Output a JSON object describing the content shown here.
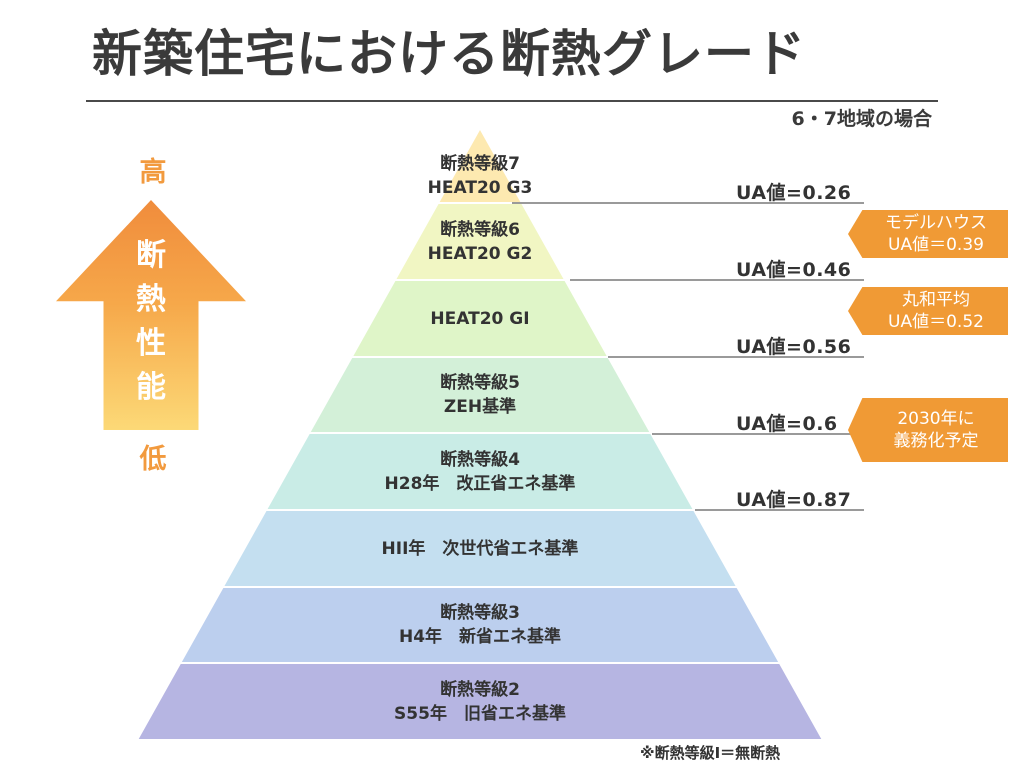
{
  "title": "新築住宅における断熱グレード",
  "region_note": "6・7地域の場合",
  "arrow": {
    "top_label": "高",
    "bottom_label": "低",
    "text": [
      "断",
      "熱",
      "性",
      "能"
    ]
  },
  "tiers": [
    {
      "line1": "断熱等級7",
      "line2": "HEAT20 G3",
      "color": "#fde9b0"
    },
    {
      "line1": "断熱等級6",
      "line2": "HEAT20 G2",
      "color": "#f1f6c3"
    },
    {
      "line1": "HEAT20 GⅠ",
      "line2": "",
      "color": "#dff5c8"
    },
    {
      "line1": "断熱等級5",
      "line2": "ZEH基準",
      "color": "#d3f0d8"
    },
    {
      "line1": "断熱等級4",
      "line2": "H28年　改正省エネ基準",
      "color": "#c9ece6"
    },
    {
      "line1": "HⅠⅠ年　次世代省エネ基準",
      "line2": "",
      "color": "#c4dff0"
    },
    {
      "line1": "断熱等級3",
      "line2": "H4年　新省エネ基準",
      "color": "#bccfee"
    },
    {
      "line1": "断熱等級2",
      "line2": "S55年　旧省エネ基準",
      "color": "#b6b5e2"
    }
  ],
  "ua_values": [
    "UA値=0.26",
    "UA値=0.46",
    "UA値=0.56",
    "UA値=0.6",
    "UA値=0.87"
  ],
  "callouts": [
    {
      "line1": "モデルハウス",
      "line2": "UA値＝0.39"
    },
    {
      "line1": "丸和平均",
      "line2": "UA値＝0.52"
    },
    {
      "line1": "2030年に",
      "line2": "義務化予定"
    }
  ],
  "callout_color": "#f09a35",
  "footnote": "※断熱等級Ⅰ＝無断熱"
}
